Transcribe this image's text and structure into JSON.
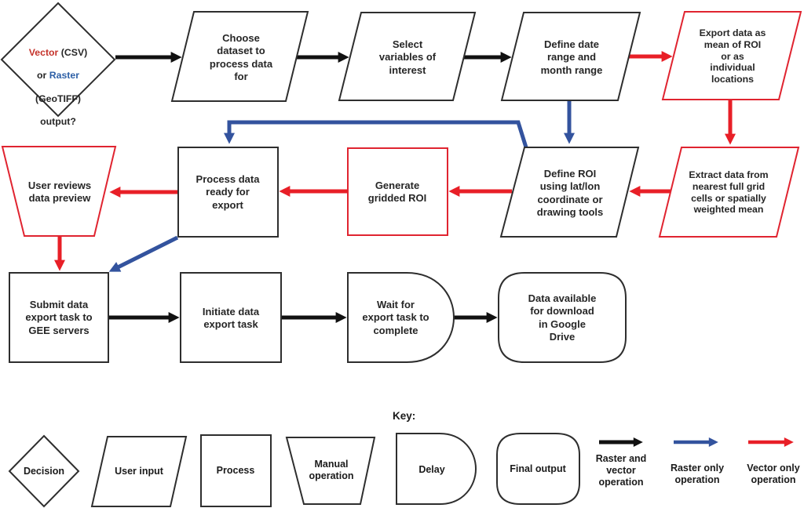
{
  "palette": {
    "outline_black": "#2e2e2e",
    "arrow_black": "#111111",
    "arrow_blue": "#33539e",
    "arrow_red": "#e81f27",
    "node_text": "#262626",
    "vector_word_red": "#c5332b",
    "raster_word_blue": "#2d5fa6"
  },
  "nodes": {
    "decision": {
      "vector": "Vector",
      "csv": " (CSV)",
      "or": "or ",
      "raster": "Raster",
      "geotiff": "(GeoTIFF)",
      "output": "output?"
    },
    "choose": "Choose\ndataset to\nprocess data\nfor",
    "select": "Select\nvariables of\ninterest",
    "define_date": "Define date\nrange and\nmonth range",
    "export": "Export data as\nmean of ROI\nor as\nindividual\nlocations",
    "user_reviews": "User reviews\ndata preview",
    "process_data": "Process data\nready for\nexport",
    "generate": "Generate\ngridded ROI",
    "define_roi": "Define ROI\nusing lat/lon\ncoordinate or\ndrawing tools",
    "extract": "Extract data from\nnearest full grid\ncells or spatially\nweighted mean",
    "submit": "Submit data\nexport task to\nGEE servers",
    "initiate": "Initiate data\nexport task",
    "wait": "Wait for\nexport task to\ncomplete",
    "data_available": "Data available\nfor download\nin Google\nDrive"
  },
  "key": {
    "title": "Key:",
    "decision": "Decision",
    "user_input": "User input",
    "process": "Process",
    "manual": "Manual\noperation",
    "delay": "Delay",
    "final_output": "Final output",
    "arrow_black": "Raster and\nvector\noperation",
    "arrow_blue": "Raster only\noperation",
    "arrow_red": "Vector only\noperation"
  }
}
